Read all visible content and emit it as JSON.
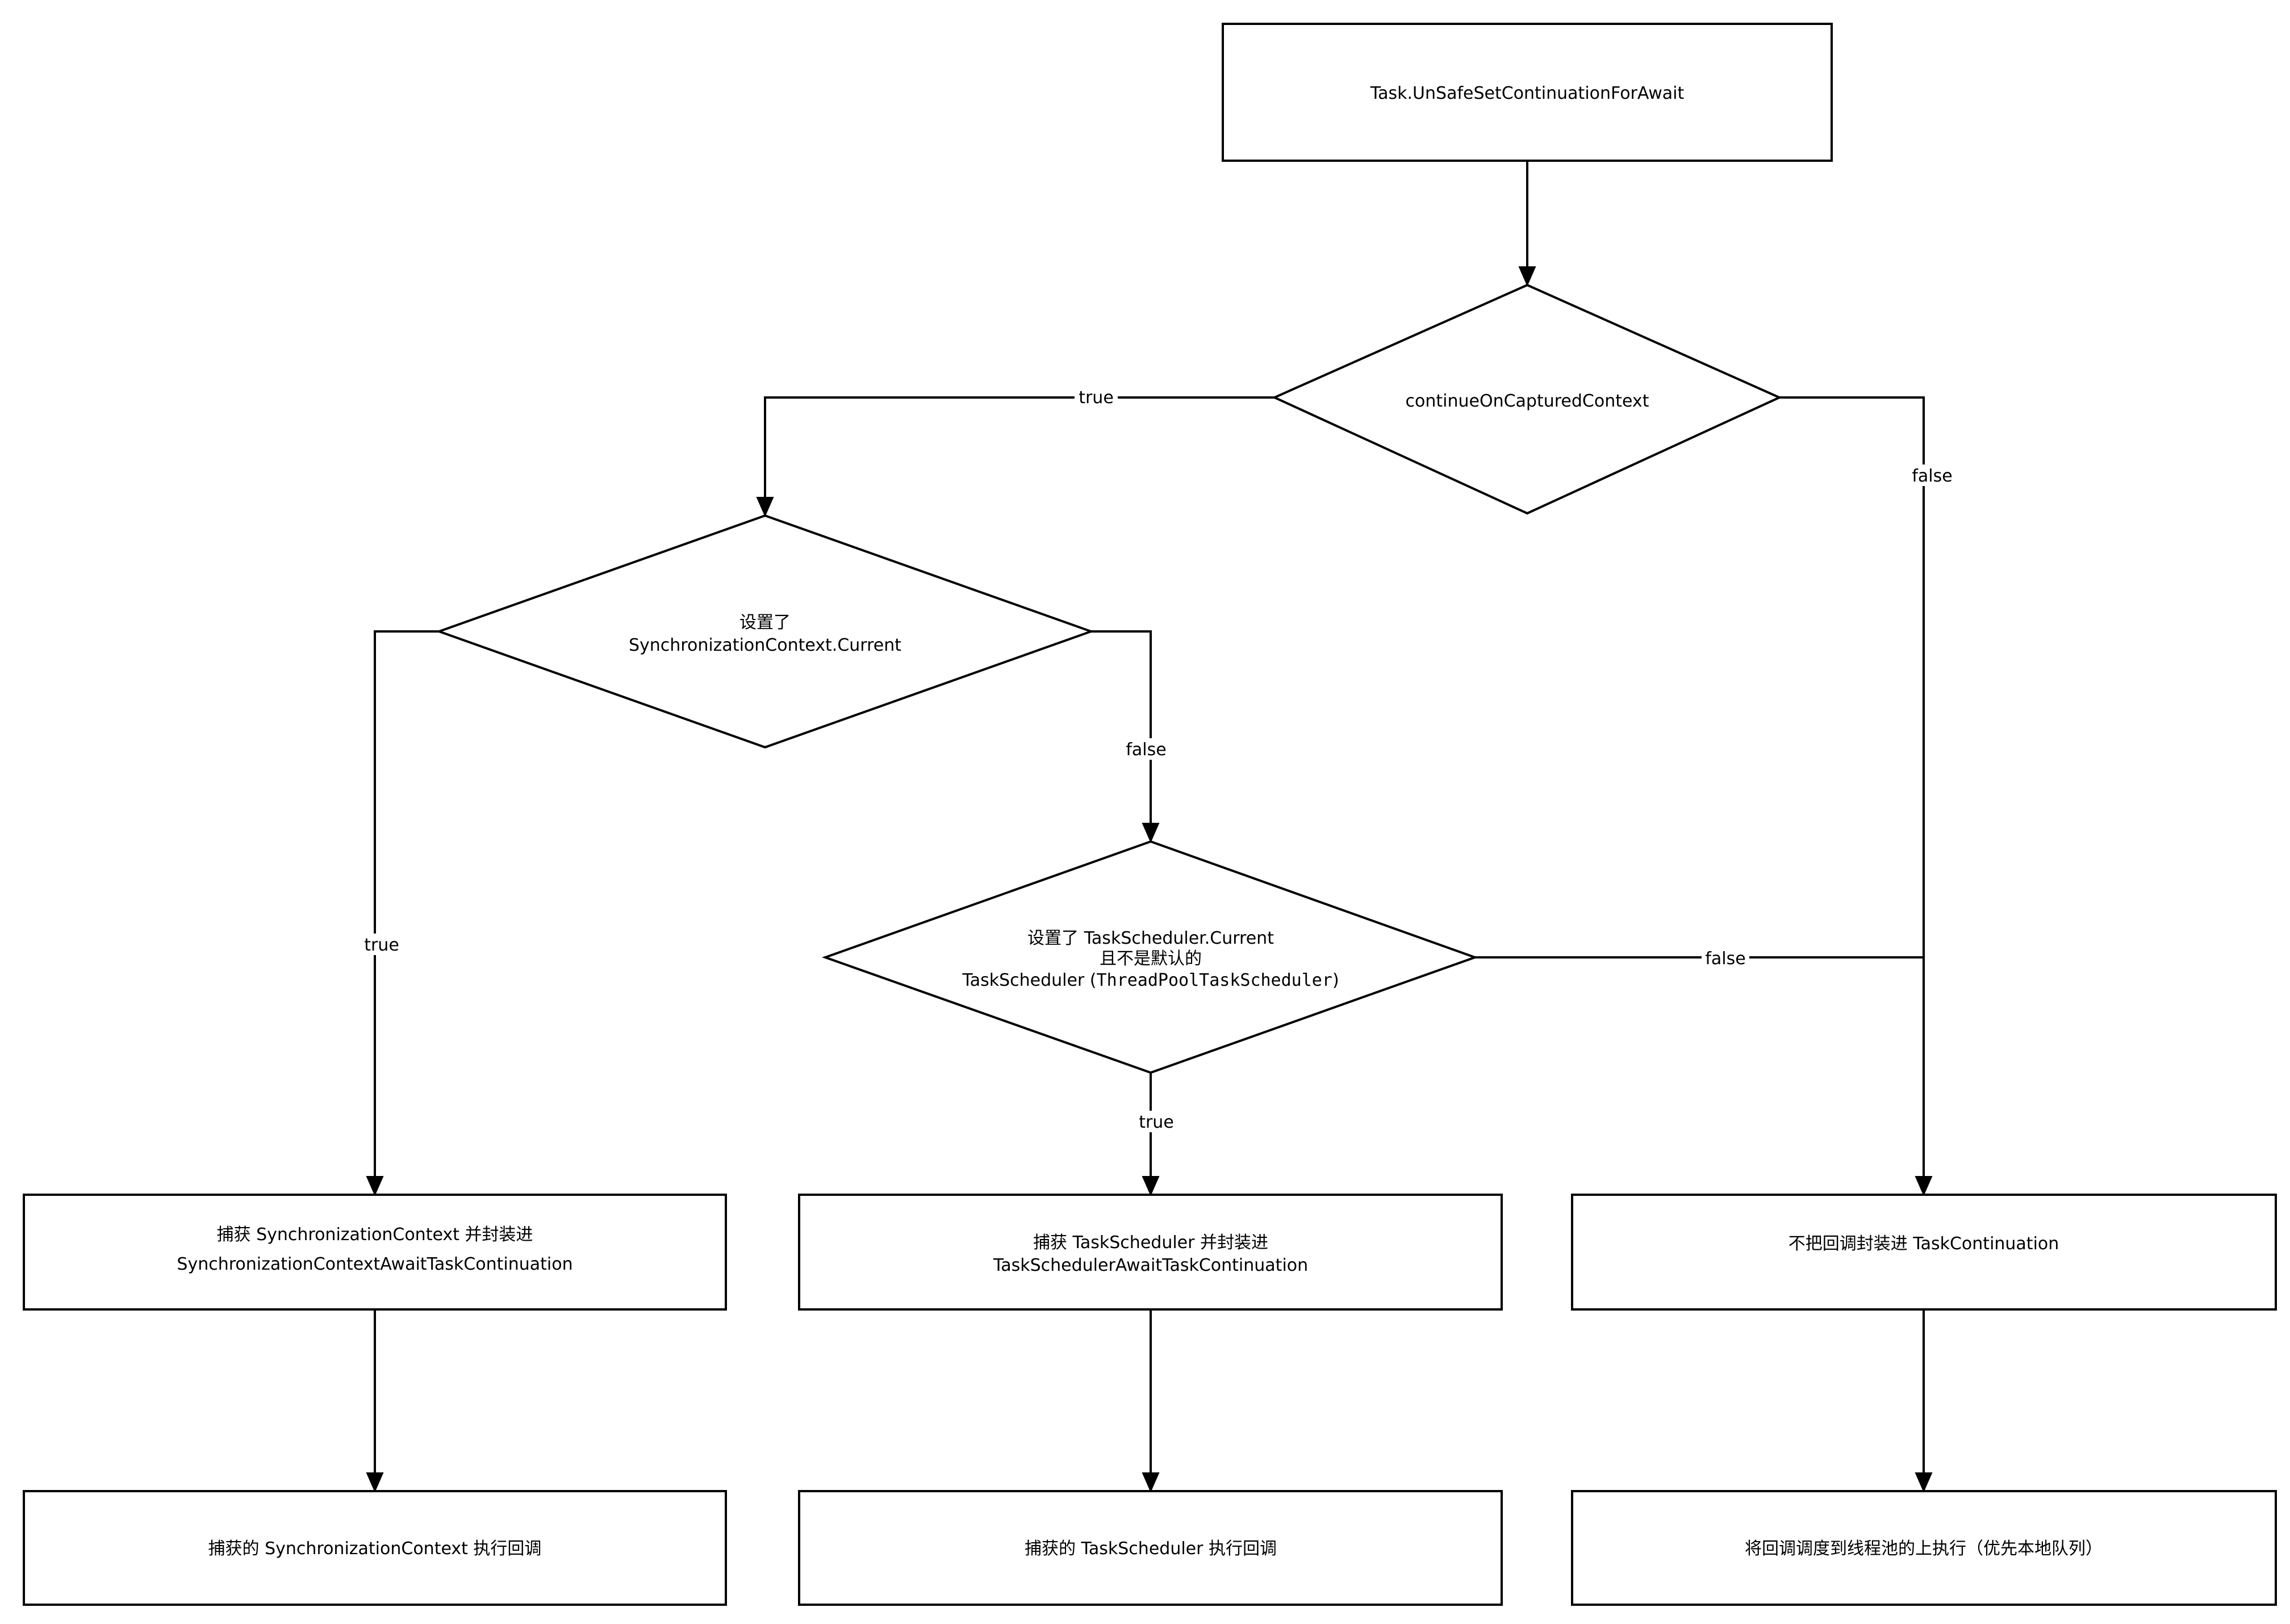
{
  "nodes": {
    "start": {
      "text": "Task.UnSafeSetContinuationForAwait"
    },
    "decision_captured": {
      "text": "continueOnCapturedContext"
    },
    "decision_sync": {
      "line1": "设置了",
      "line2": "SynchronizationContext.Current"
    },
    "decision_sched": {
      "line1": "设置了 TaskScheduler.Current",
      "line2": "且不是默认的",
      "line3_prefix": "TaskScheduler (",
      "line3_code": "ThreadPoolTaskScheduler",
      "line3_suffix": ")"
    },
    "capture_sync": {
      "line1": "捕获 SynchronizationContext 并封装进",
      "line2": "SynchronizationContextAwaitTaskContinuation"
    },
    "capture_sched": {
      "line1": "捕获 TaskScheduler 并封装进",
      "line2": "TaskSchedulerAwaitTaskContinuation"
    },
    "no_wrap": {
      "text": "不把回调封装进 TaskContinuation"
    },
    "exec_sync": {
      "text": "捕获的 SynchronizationContext 执行回调"
    },
    "exec_sched": {
      "text": "捕获的 TaskScheduler 执行回调"
    },
    "exec_pool": {
      "text": "将回调调度到线程池的上执行（优先本地队列）"
    }
  },
  "edges": {
    "captured_true": "true",
    "captured_false": "false",
    "sync_true": "true",
    "sync_false": "false",
    "sched_true": "true",
    "sched_false": "false"
  }
}
